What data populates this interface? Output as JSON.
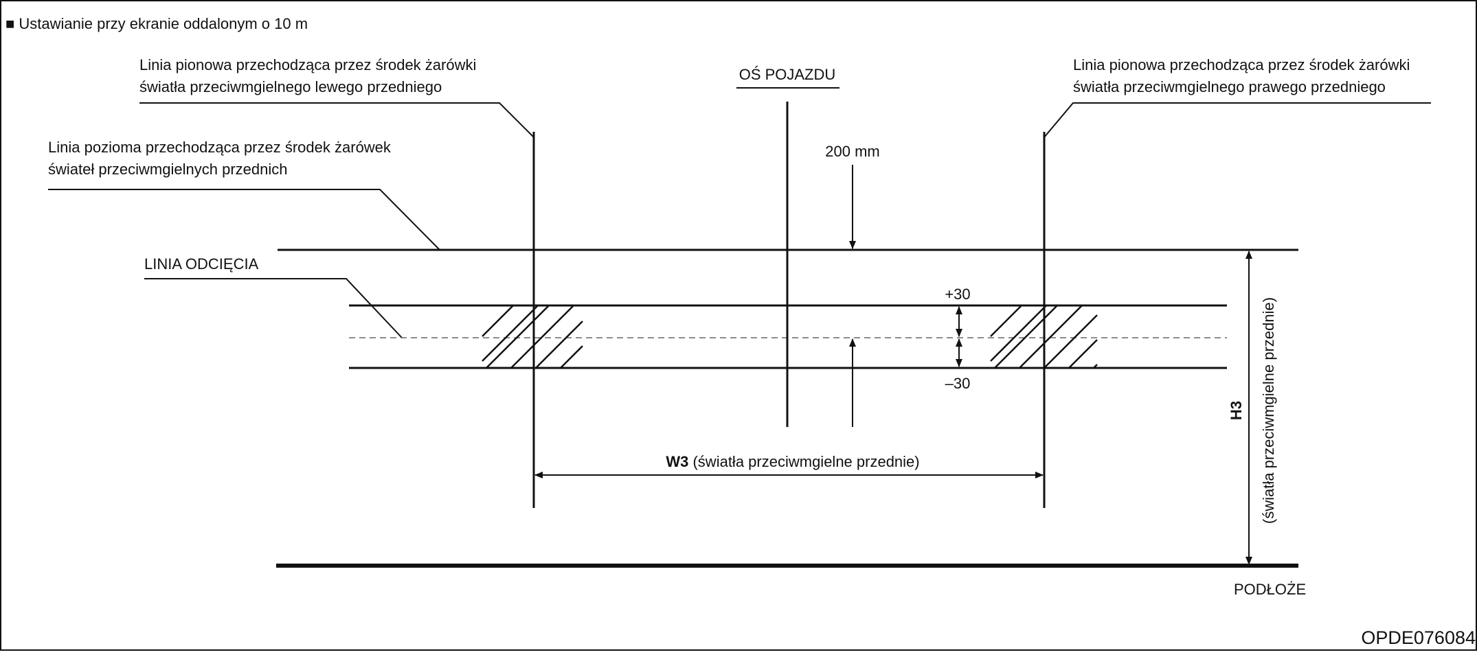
{
  "title": "■ Ustawianie przy ekranie oddalonym o 10 m",
  "labels": {
    "left_vertical_line": {
      "line1": "Linia pionowa przechodząca przez środek żarówki",
      "line2": "światła przeciwmgielnego lewego przedniego"
    },
    "right_vertical_line": {
      "line1": "Linia pionowa przechodząca przez środek żarówki",
      "line2": "światła przeciwmgielnego prawego przedniego"
    },
    "horizontal_line": {
      "line1": "Linia pozioma przechodząca przez środek żarówek",
      "line2": "świateł przeciwmgielnych przednich"
    },
    "vehicle_axis": "OŚ POJAZDU",
    "cutoff_line": "LINIA ODCIĘCIA",
    "offset_200": "200 mm",
    "plus_30": "+30",
    "minus_30": "–30",
    "w3_bold": "W3",
    "w3_rest": "(światła przeciwmgielne przednie)",
    "h3_bold": "H3",
    "h3_rest": "(światła przeciwmgielne przednie)",
    "ground": "PODŁOŻE"
  },
  "figure_code": "OPDE076084"
}
